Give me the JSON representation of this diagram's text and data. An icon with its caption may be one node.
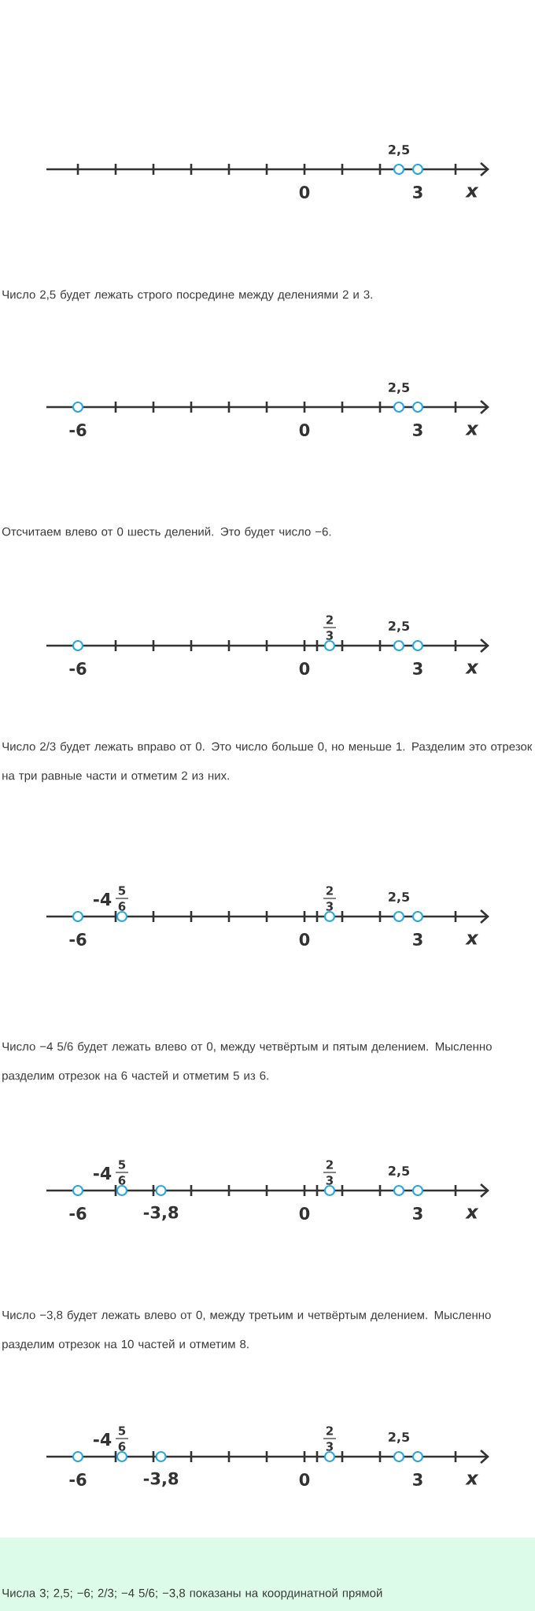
{
  "diagram": {
    "labels": [
      "2,5",
      "0",
      "3",
      "x",
      "Число 2,5 будет лежать строго посредине между делениями 2 и 3.",
      "2,5",
      "-6",
      "0",
      "3",
      "x",
      "Отсчитаем влево от 0 шесть делений. Это будет число −6.",
      "2",
      "3",
      "2,5",
      "-6",
      "0",
      "3",
      "x",
      "Число 2/3 будет лежать вправо от 0. Это число больше 0, но меньше 1. Разделим это отрезок на три равные части и отметим 2 из них.",
      "-4",
      "5",
      "6",
      "2",
      "3",
      "2,5",
      "-6",
      "0",
      "3",
      "x",
      "Число −4 5/6 будет лежать влево от 0, между четвёртым и пятым делением. Мысленно разделим отрезок на 6 частей и отметим 5 из 6.",
      "-4",
      "5",
      "6",
      "2",
      "3",
      "2,5",
      "-6",
      "-3,8",
      "0",
      "3",
      "x",
      "Число −3,8 будет лежать влево от 0, между третьим и четвёртым делением. Мысленно разделим отрезок на 10 частей и отметим 8.",
      "-4",
      "5",
      "6",
      "2",
      "3",
      "2,5",
      "-6",
      "-3,8",
      "0",
      "3",
      "x",
      "Числа 3; 2,5; −6; 2/3; −4 5/6; −3,8 показаны на координатной прямой"
    ]
  }
}
